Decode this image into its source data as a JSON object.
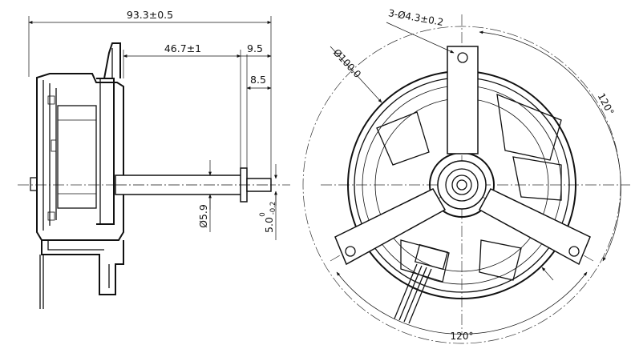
{
  "side_view": {
    "dim_overall_length": "93.3±0.5",
    "dim_shaft_length": "46.7±1",
    "dim_shaft_end_a": "9.5",
    "dim_shaft_end_b": "8.5",
    "dim_shaft_dia": "Ø5.9",
    "dim_tip_dia": "5.0",
    "dim_tip_tol_upper": "0",
    "dim_tip_tol_lower": "-0.2"
  },
  "front_view": {
    "dim_holes": "3-Ø4.3±0.2",
    "dim_outer_dia": "Ø100.0",
    "dim_angle_right": "120°",
    "dim_angle_bottom": "120°"
  }
}
